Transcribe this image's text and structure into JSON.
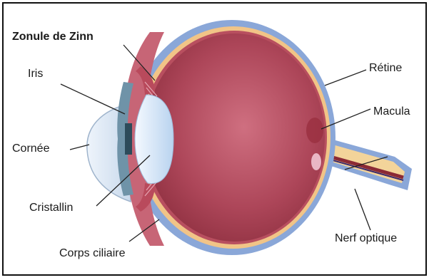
{
  "labels": {
    "zonule": "Zonule de Zinn",
    "iris": "Iris",
    "cornee": "Cornée",
    "cristallin": "Cristallin",
    "corps_ciliaire": "Corps ciliaire",
    "retine": "Rétine",
    "macula": "Macula",
    "nerf_optique": "Nerf optique"
  },
  "colors": {
    "sclera": "#8aa7d8",
    "retina": "#f1c487",
    "vitreous": "#a83a4b",
    "lens": "#d8e8f7",
    "iris": "#6f93a8",
    "nerve": "#f3d49a"
  }
}
